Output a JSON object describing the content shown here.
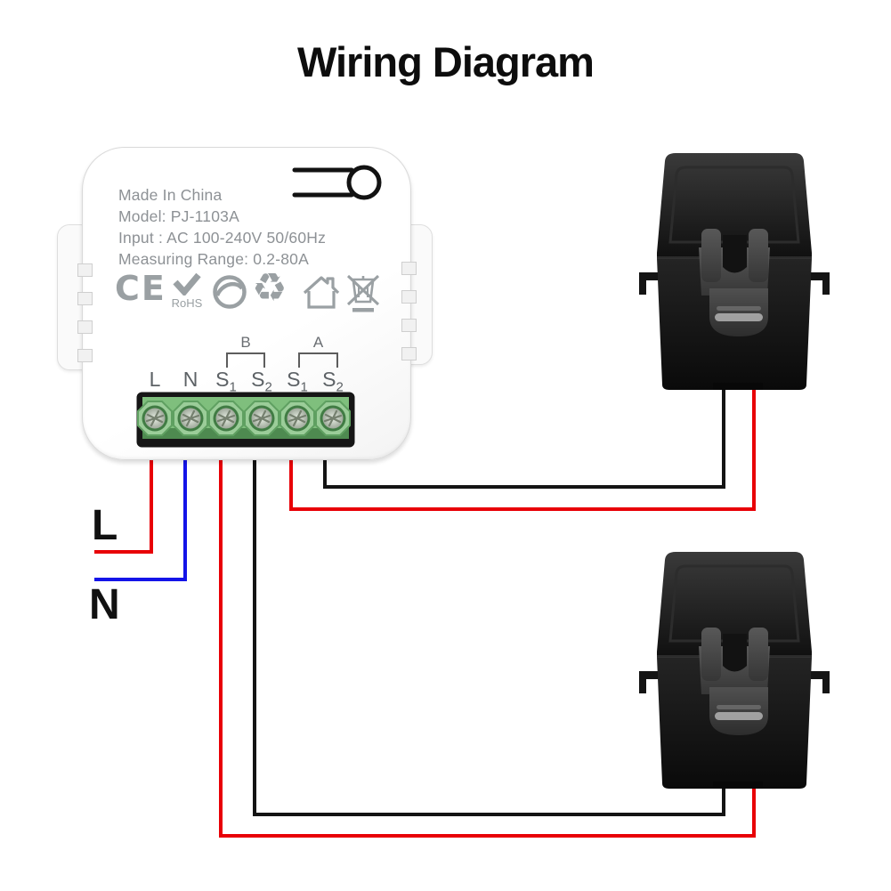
{
  "title": "Wiring Diagram",
  "device": {
    "info_lines": [
      "Made In China",
      "Model: PJ-1103A",
      "Input : AC 100-240V 50/60Hz",
      "Measuring Range: 0.2-80A"
    ],
    "ce_label": "CE",
    "rohs_label": "RoHS",
    "recycle_glyph": "♻",
    "group_b_label": "B",
    "group_a_label": "A",
    "terminals": [
      {
        "base": "L",
        "sub": ""
      },
      {
        "base": "N",
        "sub": ""
      },
      {
        "base": "S",
        "sub": "1"
      },
      {
        "base": "S",
        "sub": "2"
      },
      {
        "base": "S",
        "sub": "1"
      },
      {
        "base": "S",
        "sub": "2"
      }
    ]
  },
  "wiring": {
    "live_label": "L",
    "neutral_label": "N"
  },
  "colors": {
    "wire-live": "#e80006",
    "wire-neutral": "#1414e8",
    "wire-black": "#141414",
    "terminal-green": "#7fbf7d",
    "terminal-green-dark": "#4e8a50",
    "device-text": "#8d9195",
    "label-dark": "#5d6266",
    "title-black": "#0d0d0d"
  }
}
